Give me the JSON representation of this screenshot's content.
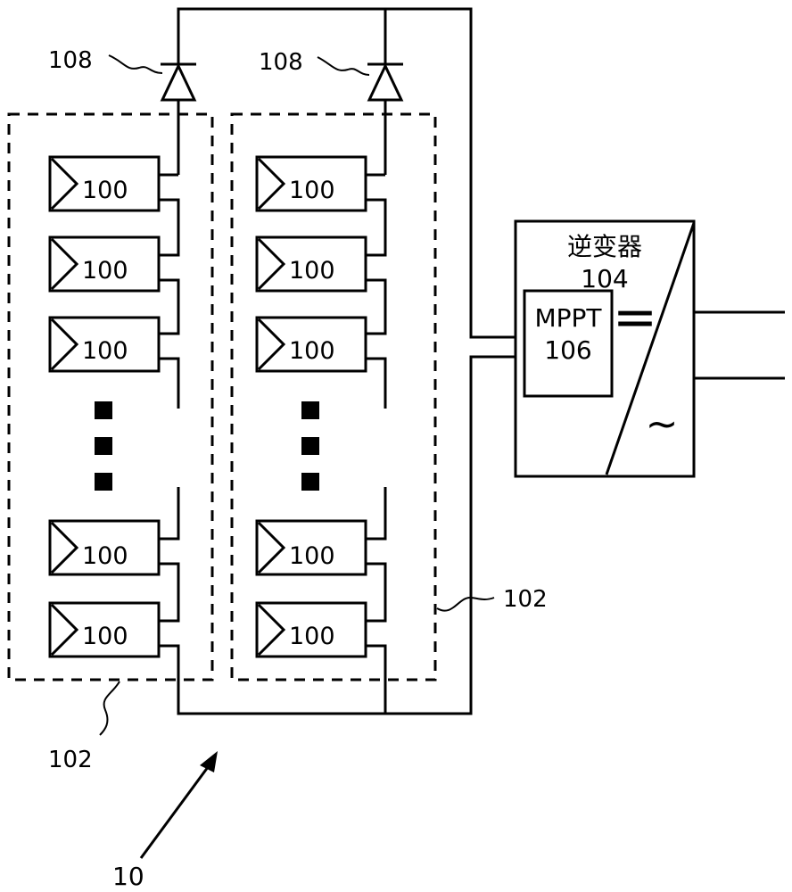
{
  "labels": {
    "bypass_diode_left": "108",
    "bypass_diode_right": "108",
    "string_left": "102",
    "string_right": "102",
    "system": "10",
    "inverter_name": "逆变器",
    "inverter_ref": "104",
    "mppt_name": "MPPT",
    "mppt_ref": "106",
    "dc_symbol": "=",
    "ac_symbol": "~"
  },
  "strings": [
    {
      "id": "left",
      "panels": [
        "100",
        "100",
        "100",
        "100",
        "100"
      ]
    },
    {
      "id": "right",
      "panels": [
        "100",
        "100",
        "100",
        "100",
        "100"
      ]
    }
  ],
  "continuation_marker_count": 3
}
